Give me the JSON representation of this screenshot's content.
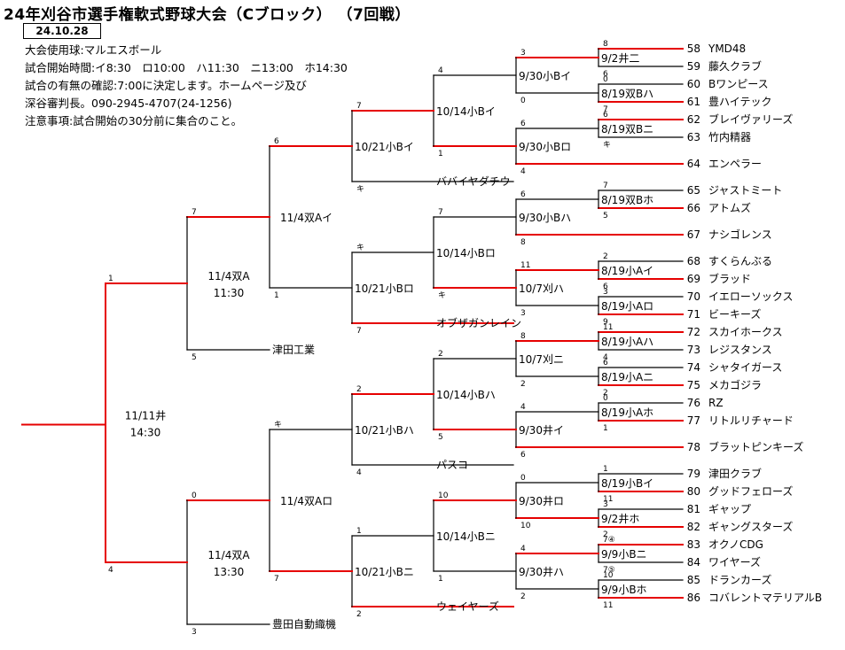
{
  "title": "24年刈谷市選手権軟式野球大会（Cブロック） （7回戦）",
  "date": "24.10.28",
  "info": [
    "大会使用球:マルエスボール",
    "試合開始時間:イ8:30　ロ10:00　ハ11:30　ニ13:00　ホ14:30",
    "試合の有無の確認:7:00に決定します。ホームページ及び",
    "深谷審判長。090-2945-4707(24-1256)",
    "注意事項:試合開始の30分前に集合のこと。"
  ],
  "teams": [
    {
      "no": "58",
      "name": "YMD48"
    },
    {
      "no": "59",
      "name": "藤久クラブ"
    },
    {
      "no": "60",
      "name": "Bワンピース"
    },
    {
      "no": "61",
      "name": "豊ハイテック"
    },
    {
      "no": "62",
      "name": "ブレイヴァリーズ"
    },
    {
      "no": "63",
      "name": "竹内精器"
    },
    {
      "no": "64",
      "name": "エンペラー"
    },
    {
      "no": "65",
      "name": "ジャストミート"
    },
    {
      "no": "66",
      "name": "アトムズ"
    },
    {
      "no": "67",
      "name": "ナシゴレンス"
    },
    {
      "no": "68",
      "name": "すくらんぶる"
    },
    {
      "no": "69",
      "name": "ブラッド"
    },
    {
      "no": "70",
      "name": "イエローソックス"
    },
    {
      "no": "71",
      "name": "ビーキーズ"
    },
    {
      "no": "72",
      "name": "スカイホークス"
    },
    {
      "no": "73",
      "name": "レジスタンス"
    },
    {
      "no": "74",
      "name": "シャタイガース"
    },
    {
      "no": "75",
      "name": "メカゴジラ"
    },
    {
      "no": "76",
      "name": "RZ"
    },
    {
      "no": "77",
      "name": "リトルリチャード"
    },
    {
      "no": "78",
      "name": "ブラットピンキーズ"
    },
    {
      "no": "79",
      "name": "津田クラブ"
    },
    {
      "no": "80",
      "name": "グッドフェローズ"
    },
    {
      "no": "81",
      "name": "ギャップ"
    },
    {
      "no": "82",
      "name": "ギャングスターズ"
    },
    {
      "no": "83",
      "name": "オクノCDG"
    },
    {
      "no": "84",
      "name": "ワイヤーズ"
    },
    {
      "no": "85",
      "name": "ドランカーズ"
    },
    {
      "no": "86",
      "name": "コバレントマテリアルB"
    }
  ],
  "seeded_teams": [
    "ババイヤダチウ",
    "オブザガンレイン",
    "パスコ",
    "ウェイヤーズ",
    "津田工業",
    "豊田自動織機"
  ],
  "matches": {
    "r1": [
      "9/2井二",
      "8/19双Bハ",
      "8/19双Bニ",
      "8/19双Bホ",
      "8/19小Aイ",
      "8/19小Aロ",
      "8/19小Aハ",
      "8/19小Aニ",
      "8/19小Aホ",
      "8/19小Bイ",
      "9/2井ホ",
      "9/9小Bニ",
      "9/9小Bホ"
    ],
    "r2": [
      "9/30小Bイ",
      "9/30小Bロ",
      "9/30小Bハ",
      "10/7刈ハ",
      "10/7刈ニ",
      "9/30井イ",
      "9/30井ロ",
      "9/30井ハ"
    ],
    "r3": [
      "10/14小Bイ",
      "10/14小Bロ",
      "10/14小Bハ",
      "10/14小Bニ"
    ],
    "r4": [
      "10/21小Bイ",
      "10/21小Bロ",
      "10/21小Bハ",
      "10/21小Bニ"
    ],
    "r5": [
      "11/4双Aイ",
      "11/4双Aロ"
    ],
    "r6": [
      {
        "label": "11/4双A",
        "time": "11:30"
      },
      {
        "label": "11/4双A",
        "time": "13:30"
      }
    ],
    "final": {
      "label": "11/11井",
      "time": "14:30"
    }
  },
  "scores": {
    "r1": [
      [
        "8",
        "6"
      ],
      [
        "0",
        "7"
      ],
      [
        "6",
        "キ"
      ],
      [
        "7",
        "5"
      ],
      [
        "2",
        "6"
      ],
      [
        "3",
        "9"
      ],
      [
        "11",
        "4"
      ],
      [
        "6",
        "2"
      ],
      [
        "0",
        "1"
      ],
      [
        "1",
        "11"
      ],
      [
        "3",
        "2"
      ],
      [
        "7④",
        "7⑤"
      ],
      [
        "10",
        "11"
      ]
    ],
    "r2": [
      [
        "3",
        "0"
      ],
      [
        "6",
        "4"
      ],
      [
        "6",
        "8"
      ],
      [
        "11",
        "3"
      ],
      [
        "8",
        "2"
      ],
      [
        "4",
        "6"
      ],
      [
        "0",
        "10"
      ],
      [
        "4",
        "2"
      ]
    ],
    "r3": [
      [
        "4",
        "1"
      ],
      [
        "7",
        "キ"
      ],
      [
        "2",
        "5"
      ],
      [
        "10",
        "1"
      ]
    ],
    "r4": [
      [
        "7",
        "キ"
      ],
      [
        "キ",
        "7"
      ],
      [
        "2",
        "4"
      ],
      [
        "1",
        "2"
      ]
    ],
    "r5": [
      [
        "6",
        "1"
      ],
      [
        "キ",
        "7"
      ]
    ],
    "r6": [
      [
        "7",
        "5"
      ],
      [
        "0",
        "3"
      ]
    ],
    "final": [
      "1",
      "4"
    ]
  },
  "colors": {
    "winner_line": "#e60000",
    "line": "#000000"
  }
}
